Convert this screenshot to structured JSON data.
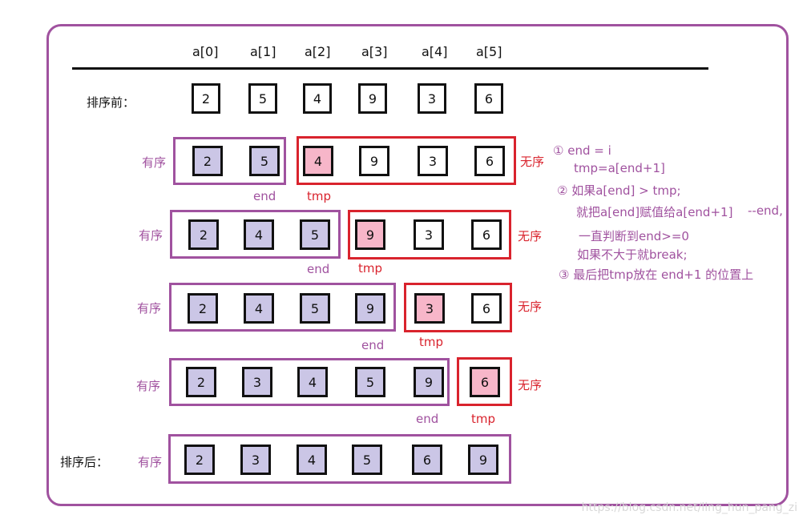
{
  "headers": [
    "a[0]",
    "a[1]",
    "a[2]",
    "a[3]",
    "a[4]",
    "a[5]"
  ],
  "before_label": "排序前：",
  "after_label": "排序后：",
  "before_values": [
    "2",
    "5",
    "4",
    "9",
    "3",
    "6"
  ],
  "sorted_label": "有序",
  "unsorted_label": "无序",
  "end_label": "end",
  "tmp_label": "tmp",
  "rows": [
    {
      "values": [
        "2",
        "5",
        "4",
        "9",
        "3",
        "6"
      ],
      "sorted_count": 2
    },
    {
      "values": [
        "2",
        "4",
        "5",
        "9",
        "3",
        "6"
      ],
      "sorted_count": 3
    },
    {
      "values": [
        "2",
        "4",
        "5",
        "9",
        "3",
        "6"
      ],
      "sorted_count": 4
    },
    {
      "values": [
        "2",
        "3",
        "4",
        "5",
        "9",
        "6"
      ],
      "sorted_count": 5
    }
  ],
  "after_values": [
    "2",
    "3",
    "4",
    "5",
    "6",
    "9"
  ],
  "notes": {
    "n1a": "① end = i",
    "n1b": "tmp=a[end+1]",
    "n2a": "② 如果a[end] > tmp;",
    "n2b": "就把a[end]赋值给a[end+1]",
    "n2c": "--end,",
    "n2d": "一直判断到end>=0",
    "n2e": "如果不大于就break;",
    "n3": "③ 最后把tmp放在 end+1 的位置上"
  },
  "watermark": "https://blog.csdn.net/ling_hun_pang_zi",
  "colors": {
    "frame": "#a0529f",
    "sorted_fill": "#cbc6e6",
    "tmp_fill": "#f7b6c9",
    "red": "#d9232d"
  }
}
